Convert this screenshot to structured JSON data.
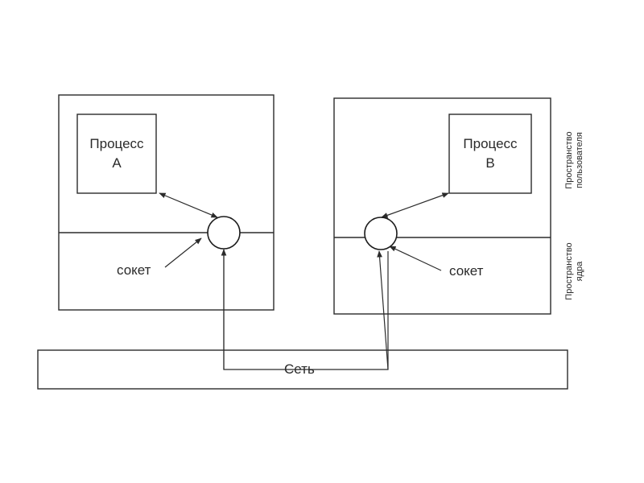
{
  "diagram": {
    "process_a": {
      "line1": "Процесс",
      "line2": "A"
    },
    "process_b": {
      "line1": "Процесс",
      "line2": "B"
    },
    "socket_left_label": "сокет",
    "socket_right_label": "сокет",
    "network_label": "Сеть",
    "user_space_label": {
      "line1": "Пространство",
      "line2": "пользователя"
    },
    "kernel_space_label": {
      "line1": "Пространство",
      "line2": "ядра"
    }
  },
  "colors": {
    "stroke": "#2b2b2b",
    "text": "#2a2a2a",
    "background": "#ffffff"
  }
}
